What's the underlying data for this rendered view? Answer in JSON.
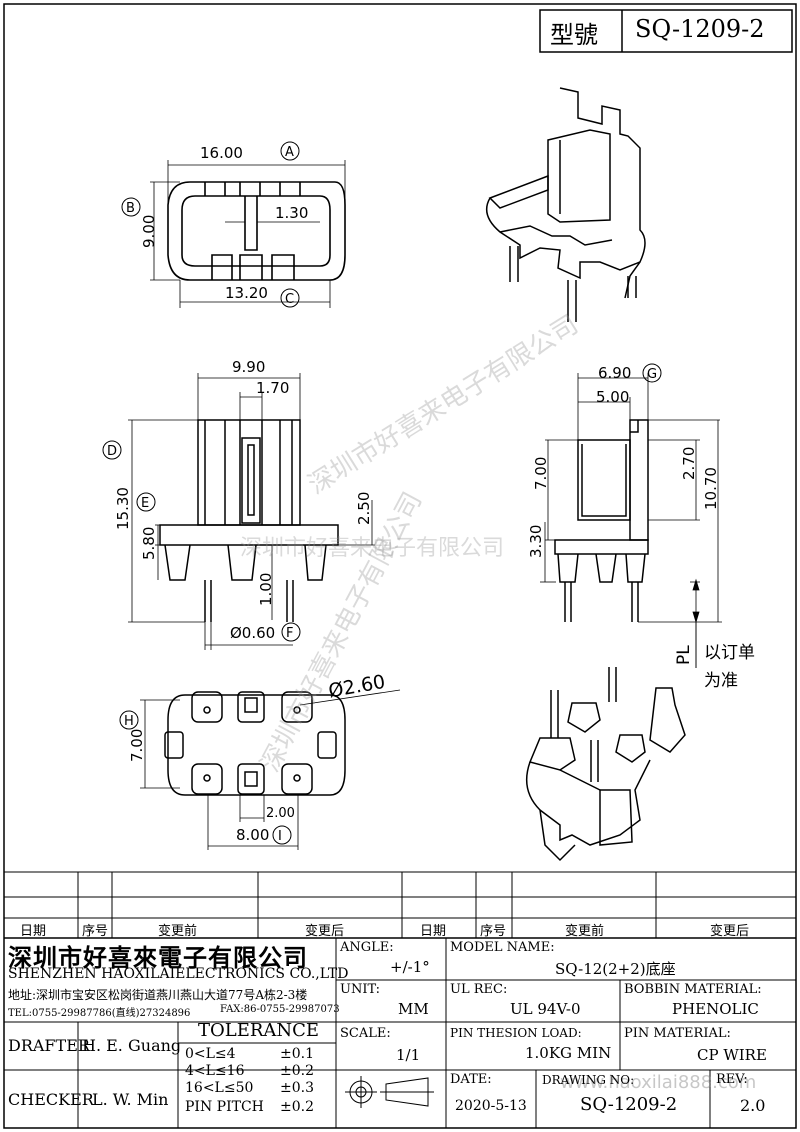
{
  "header": {
    "model_label": "型號",
    "model_value": "SQ-1209-2"
  },
  "dimensions": {
    "top": {
      "width": "16.00",
      "width_ref": "A",
      "height": "9.00",
      "height_ref": "B",
      "bottom": "13.20",
      "bottom_ref": "C",
      "slot": "1.30"
    },
    "front": {
      "width": "9.90",
      "center": "1.70",
      "height": "15.30",
      "height_ref": "D",
      "base": "5.80",
      "base_ref": "E",
      "right": "2.50",
      "pin_len": "1.00",
      "pin_dia": "Ø0.60",
      "pin_ref": "F"
    },
    "side": {
      "width": "6.90",
      "width_ref": "G",
      "inner": "5.00",
      "left_h": "7.00",
      "right_h1": "2.70",
      "right_h2": "10.70",
      "bottom": "3.30",
      "pl": "PL",
      "pl_note_1": "以订单",
      "pl_note_2": "为准"
    },
    "bottom": {
      "dia": "Ø2.60",
      "height": "7.00",
      "height_ref": "H",
      "pitch": "2.00",
      "width": "8.00",
      "width_ref": "I"
    }
  },
  "revision_table": {
    "headers": [
      "日期",
      "序号",
      "变更前",
      "变更后",
      "日期",
      "序号",
      "变更前",
      "变更后"
    ]
  },
  "company": {
    "name_cn": "深圳市好喜來電子有限公司",
    "name_en": "SHENZHEN HAOXILAIELECTRONICS CO.,LTD",
    "address": "地址:深圳市宝安区松岗街道燕川燕山大道77号A栋2-3楼",
    "tel": "TEL:0755-29987786(直线)27324896",
    "fax": "FAX:86-0755-29987073"
  },
  "title_block": {
    "angle_label": "ANGLE:",
    "angle_value": "+/-1°",
    "model_name_label": "MODEL NAME:",
    "model_name_value": "SQ-12(2+2)底座",
    "unit_label": "UNIT:",
    "unit_value": "MM",
    "ul_label": "UL REC:",
    "ul_value": "UL 94V-0",
    "bobbin_label": "BOBBIN MATERIAL:",
    "bobbin_value": "PHENOLIC",
    "drafter_label": "DRAFTER",
    "drafter_value": "H. E. Guang",
    "tolerance_label": "TOLERANCE",
    "tol_1": "0<L≤4",
    "tol_1v": "±0.1",
    "tol_2": "4<L≤16",
    "tol_2v": "±0.2",
    "tol_3": "16<L≤50",
    "tol_3v": "±0.3",
    "tol_4": "PIN PITCH",
    "tol_4v": "±0.2",
    "scale_label": "SCALE:",
    "scale_value": "1/1",
    "pin_load_label": "PIN THESION LOAD:",
    "pin_load_value": "1.0KG MIN",
    "pin_mat_label": "PIN MATERIAL:",
    "pin_mat_value": "CP  WIRE",
    "checker_label": "CHECKER",
    "checker_value": "L. W. Min",
    "date_label": "DATE:",
    "date_value": "2020-5-13",
    "drawing_label": "DRAWING NO:",
    "drawing_value": "SQ-1209-2",
    "rev_label": "REV:",
    "rev_value": "2.0"
  },
  "watermarks": {
    "w1": "深圳市好喜来电子有限公司",
    "w2": "深圳市好喜来电子有限公司",
    "w3": "深圳市好喜来电子有限公司",
    "w4": "www.haoxilai888.com"
  }
}
